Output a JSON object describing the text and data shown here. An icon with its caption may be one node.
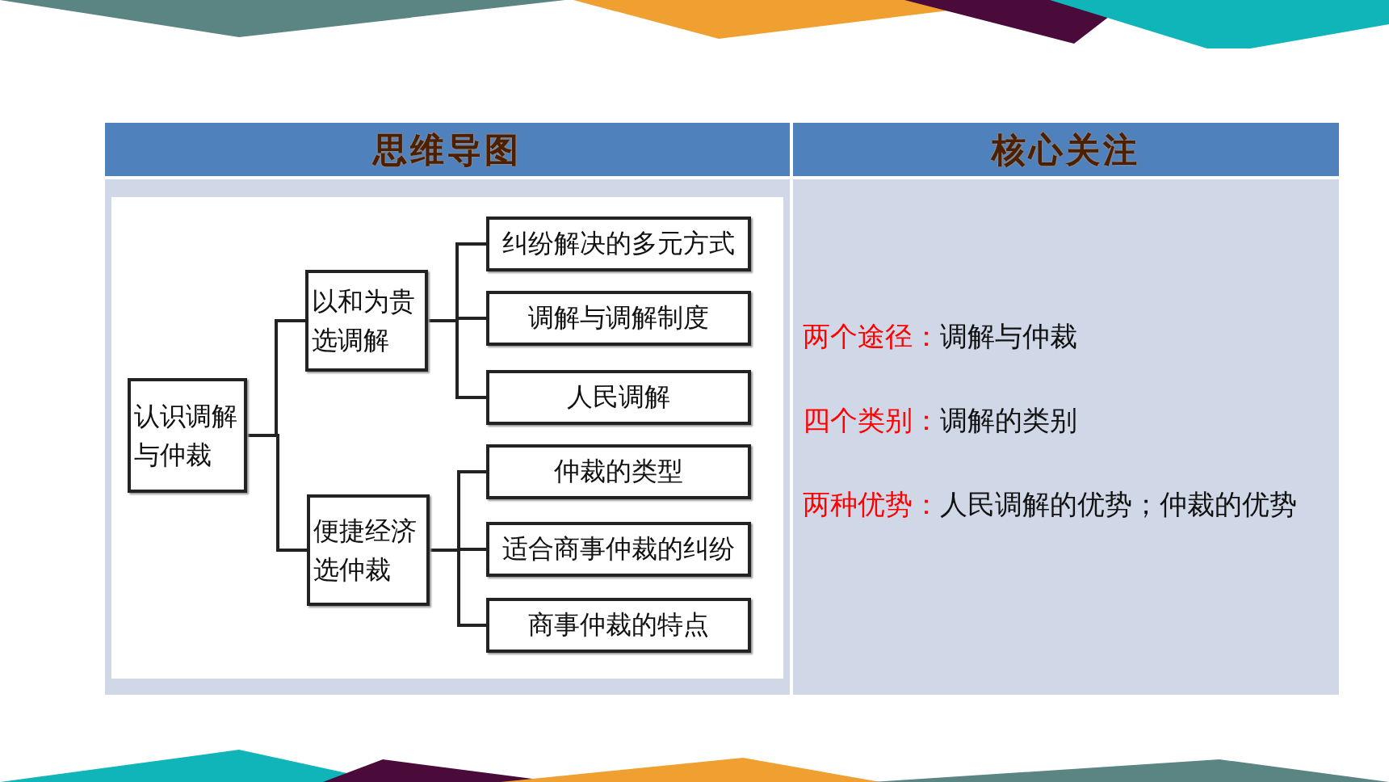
{
  "diagram": {
    "nodes": [
      {
        "text": [
          "认识调解与仲裁"
        ]
      },
      {
        "text": [
          "以和为贵选调解"
        ]
      },
      {
        "text": [
          "纠纷解决的多元方式"
        ]
      },
      {
        "text": [
          "调解与调解制度"
        ]
      },
      {
        "text": [
          "人民调解"
        ]
      },
      {
        "text": [
          "便捷经济选仲裁"
        ]
      },
      {
        "text": [
          "仲裁的类型"
        ]
      },
      {
        "text": [
          "适合商事仲裁的纠纷"
        ]
      },
      {
        "text": [
          "商事仲裁的特点"
        ]
      }
    ],
    "edges": [
      {
        "from": 0,
        "to": 1,
        "arrow": "none"
      },
      {
        "from": 0,
        "to": 5,
        "arrow": "none"
      },
      {
        "from": 1,
        "to": 2,
        "arrow": "none"
      },
      {
        "from": 1,
        "to": 3,
        "arrow": "none"
      },
      {
        "from": 1,
        "to": 4,
        "arrow": "none"
      },
      {
        "from": 5,
        "to": 6,
        "arrow": "none"
      },
      {
        "from": 5,
        "to": 7,
        "arrow": "none"
      },
      {
        "from": 5,
        "to": 8,
        "arrow": "none"
      }
    ],
    "labels": [
      "思维导图",
      "核心关注",
      "两个途径：",
      "调解与仲裁",
      "四个类别：",
      "调解的类别",
      "两种优势：",
      "人民调解的优势；仲裁的优势"
    ]
  }
}
